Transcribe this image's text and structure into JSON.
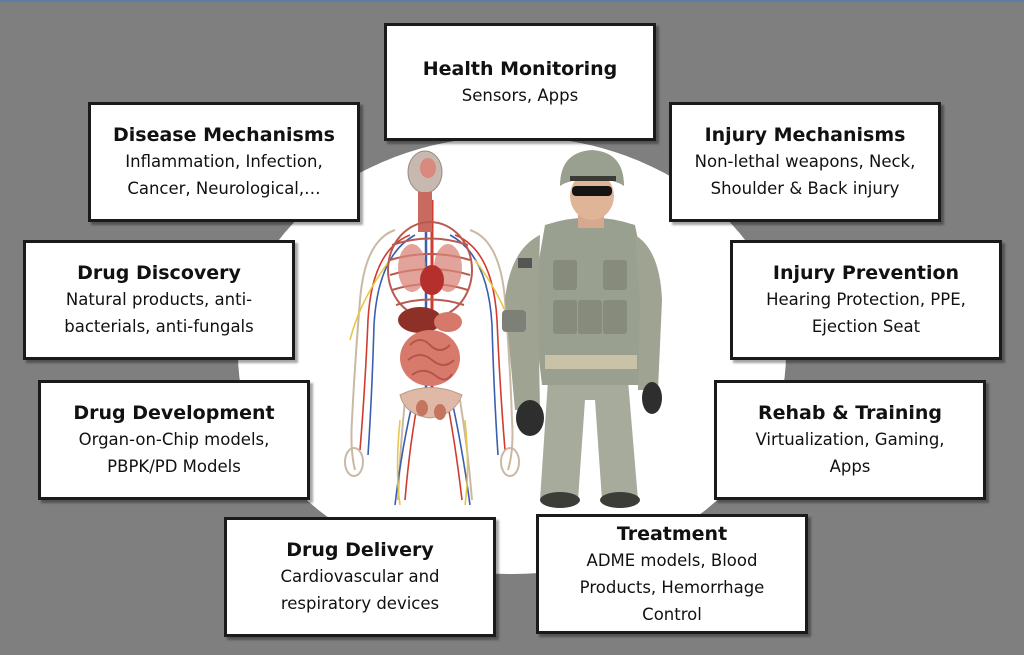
{
  "colors": {
    "background": "#7f7f7f",
    "circle": "#ffffff",
    "box_border": "#1a1a1a",
    "camo": "#9aa08f"
  },
  "figures": {
    "anatomy": "human-anatomy-illustration",
    "soldier": "soldier-in-camouflage-illustration"
  },
  "boxes": [
    {
      "id": "health-monitoring",
      "title": "Health Monitoring",
      "subtitle": "Sensors, Apps"
    },
    {
      "id": "disease-mechanisms",
      "title": "Disease Mechanisms",
      "subtitle": "Inflammation, Infection,\nCancer, Neurological,…"
    },
    {
      "id": "injury-mechanisms",
      "title": "Injury Mechanisms",
      "subtitle": "Non-lethal weapons, Neck,\nShoulder & Back injury"
    },
    {
      "id": "drug-discovery",
      "title": "Drug Discovery",
      "subtitle": "Natural products, anti-\nbacterials, anti-fungals"
    },
    {
      "id": "injury-prevention",
      "title": "Injury Prevention",
      "subtitle": "Hearing Protection, PPE,\nEjection Seat"
    },
    {
      "id": "drug-development",
      "title": "Drug Development",
      "subtitle": "Organ-on-Chip models,\nPBPK/PD Models"
    },
    {
      "id": "rehab-training",
      "title": "Rehab & Training",
      "subtitle": "Virtualization, Gaming,\nApps"
    },
    {
      "id": "drug-delivery",
      "title": "Drug Delivery",
      "subtitle": "Cardiovascular and\nrespiratory devices"
    },
    {
      "id": "treatment",
      "title": "Treatment",
      "subtitle": "ADME models, Blood\nProducts, Hemorrhage\nControl"
    }
  ]
}
